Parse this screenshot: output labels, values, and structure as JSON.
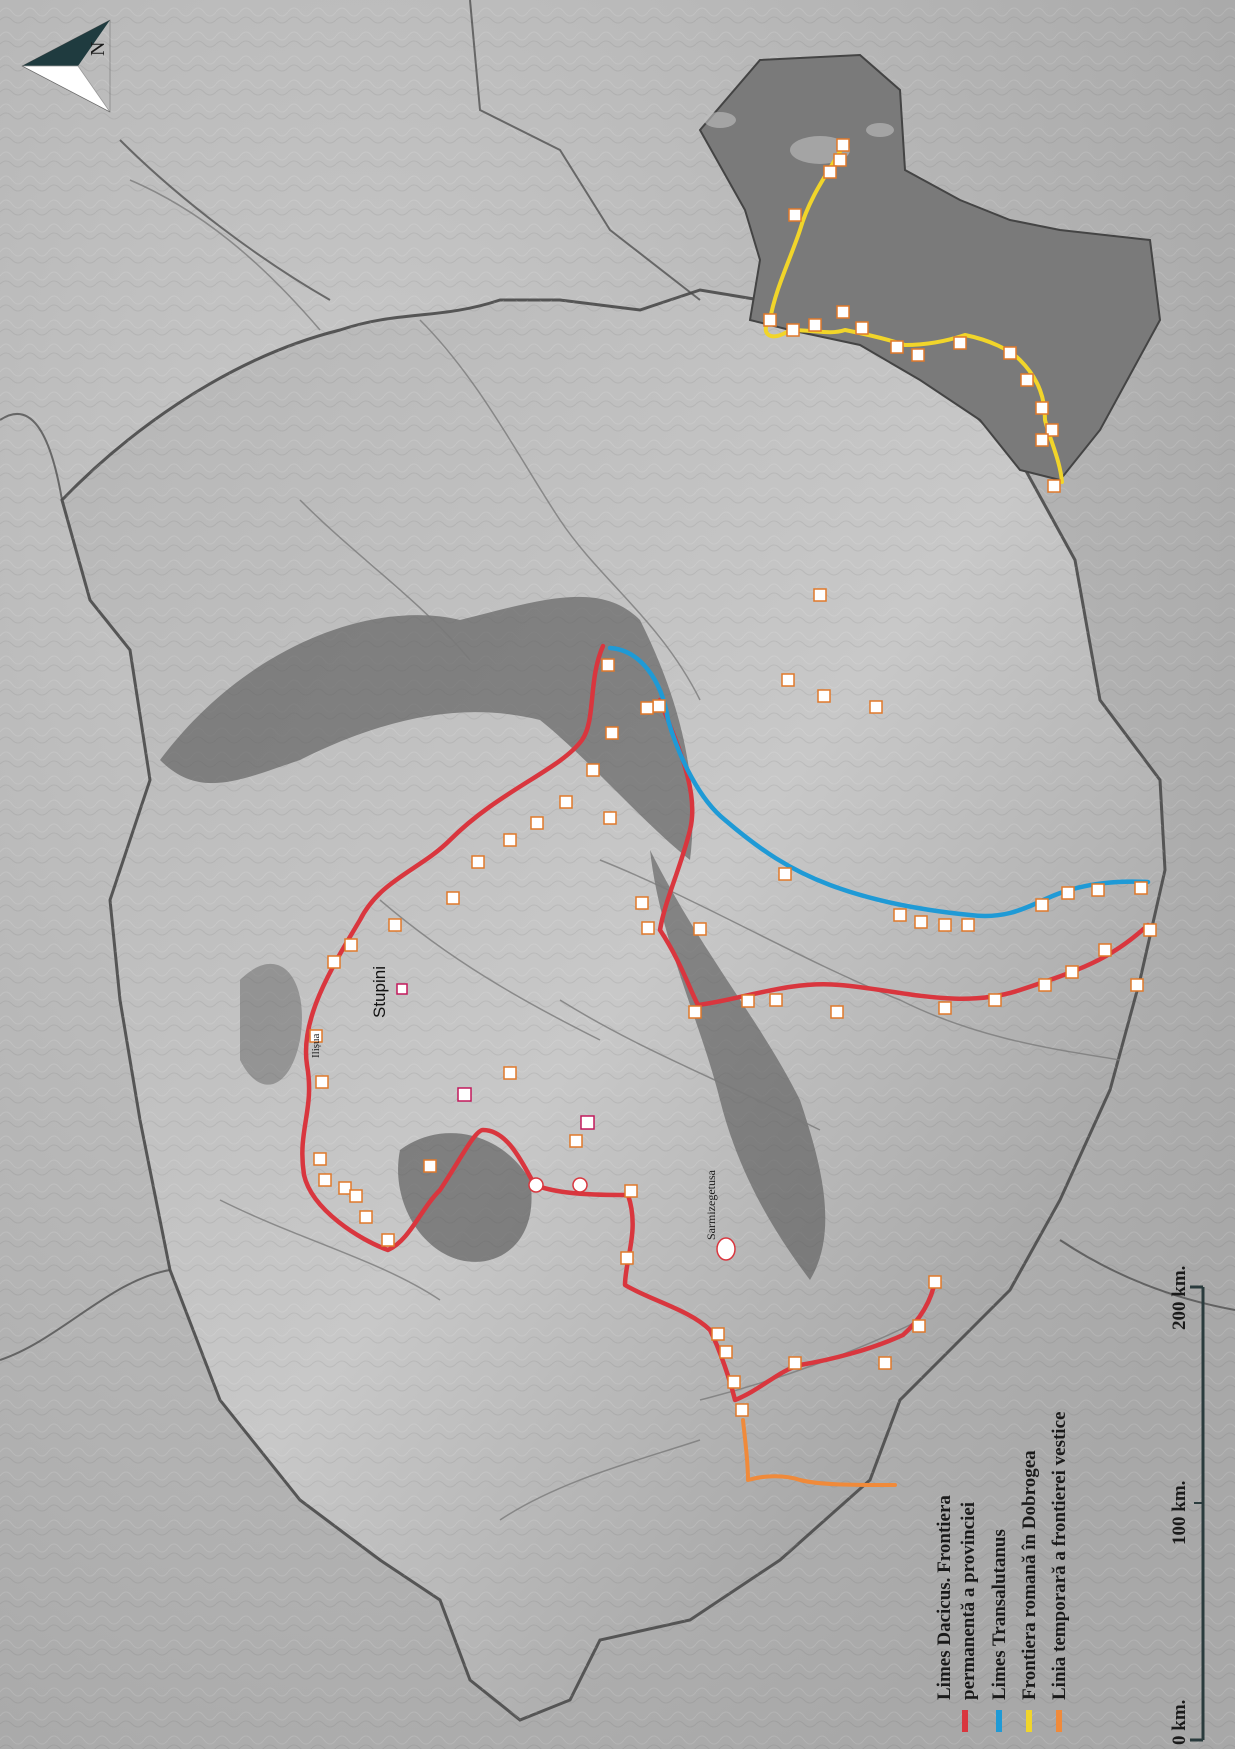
{
  "compass": {
    "label": "N",
    "icon": "north-arrow-icon"
  },
  "places": {
    "stupini": "Stupini",
    "ilisua": "Ilișua",
    "sarmizegetusa": "Sarmizegetusa"
  },
  "legend": {
    "items": [
      {
        "id": "limes-dacicus",
        "line1": "Limes Dacicus. Frontiera",
        "line2": "permanentă a provinciei",
        "color": "#d9363e"
      },
      {
        "id": "limes-transalutanus",
        "line1": "Limes Transalutanus",
        "line2": "",
        "color": "#1f9ad6"
      },
      {
        "id": "frontiera-dobrogea",
        "line1": "Frontiera romană în Dobrogea",
        "line2": "",
        "color": "#f1d52a"
      },
      {
        "id": "linia-temporara",
        "line1": "Linia temporară a frontierei vestice",
        "line2": "",
        "color": "#f08a3a"
      }
    ]
  },
  "scale": {
    "label_0": "0 km.",
    "label_100": "100 km.",
    "label_200": "200 km."
  }
}
